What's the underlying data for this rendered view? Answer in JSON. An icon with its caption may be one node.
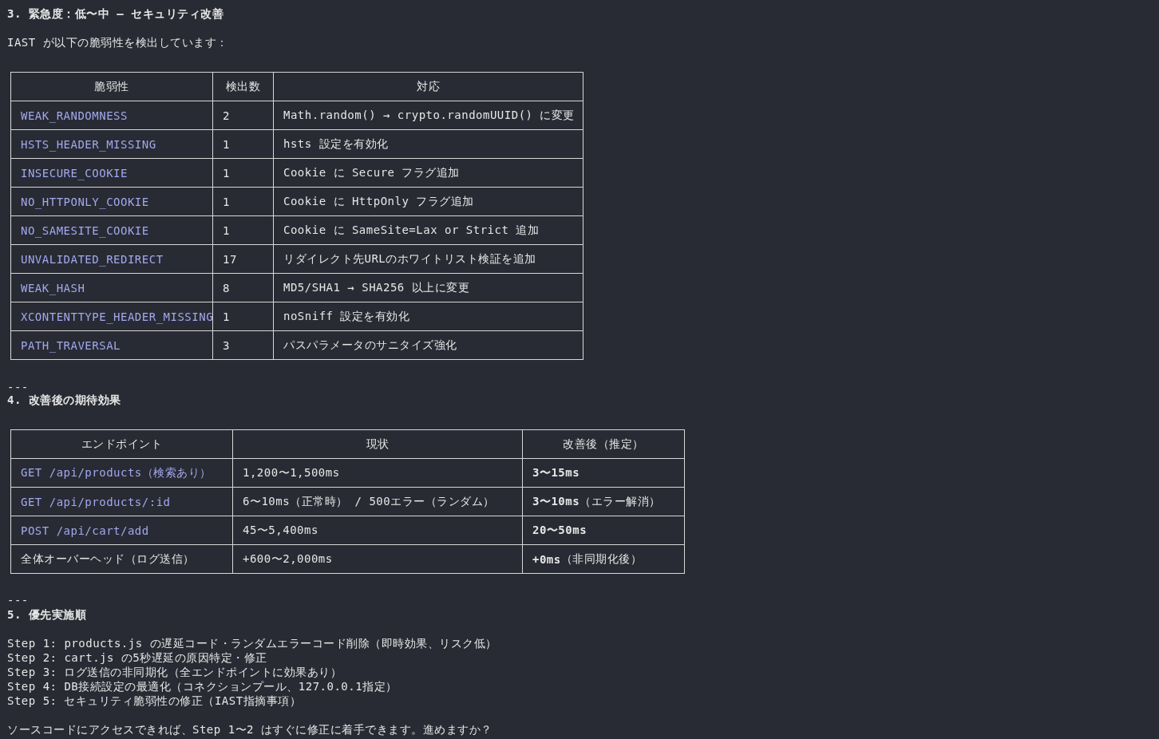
{
  "diagram": {
    "labels": [
      "3. 緊急度：低〜中 – セキュリティ改善",
      "IAST が以下の脆弱性を検出しています：",
      "脆弱性",
      "検出数",
      "対応",
      "WEAK_RANDOMNESS",
      "2",
      "Math.random() → crypto.randomUUID() に変更",
      "HSTS_HEADER_MISSING",
      "1",
      "hsts 設定を有効化",
      "INSECURE_COOKIE",
      "1",
      "Cookie に Secure フラグ追加",
      "NO_HTTPONLY_COOKIE",
      "1",
      "Cookie に HttpOnly フラグ追加",
      "NO_SAMESITE_COOKIE",
      "1",
      "Cookie に SameSite=Lax or Strict 追加",
      "UNVALIDATED_REDIRECT",
      "17",
      "リダイレクト先URLのホワイトリスト検証を追加",
      "WEAK_HASH",
      "8",
      "MD5/SHA1 → SHA256 以上に変更",
      "XCONTENTTYPE_HEADER_MISSING",
      "1",
      "noSniff 設定を有効化",
      "PATH_TRAVERSAL",
      "3",
      "パスパラメータのサニタイズ強化",
      "---",
      "4. 改善後の期待効果",
      "エンドポイント",
      "現状",
      "改善後（推定）",
      "GET /api/products（検索あり）",
      "1,200〜1,500ms",
      "**3〜15ms**",
      "GET /api/products/:id",
      "6〜10ms（正常時） / 500エラー（ランダム）",
      "**3〜10ms**（エラー解消）",
      "POST /api/cart/add",
      "45〜5,400ms",
      "**20〜50ms**",
      "全体オーバーヘッド（ログ送信）",
      "+600〜2,000ms",
      "**+0ms**（非同期化後）",
      "---",
      "5. 優先実施順",
      "Step 1: products.js の遅延コード・ランダムエラーコード削除（即時効果、リスク低）",
      "Step 2: cart.js の5秒遅延の原因特定・修正",
      "Step 3: ログ送信の非同期化（全エンドポイントに効果あり）",
      "Step 4: DB接続設定の最適化（コネクションプール、127.0.0.1指定）",
      "Step 5: セキュリティ脆弱性の修正（IAST指摘事項）",
      "ソースコードにアクセスできれば、Step 1〜2 はすぐに修正に着手できます。進めますか？"
    ]
  }
}
